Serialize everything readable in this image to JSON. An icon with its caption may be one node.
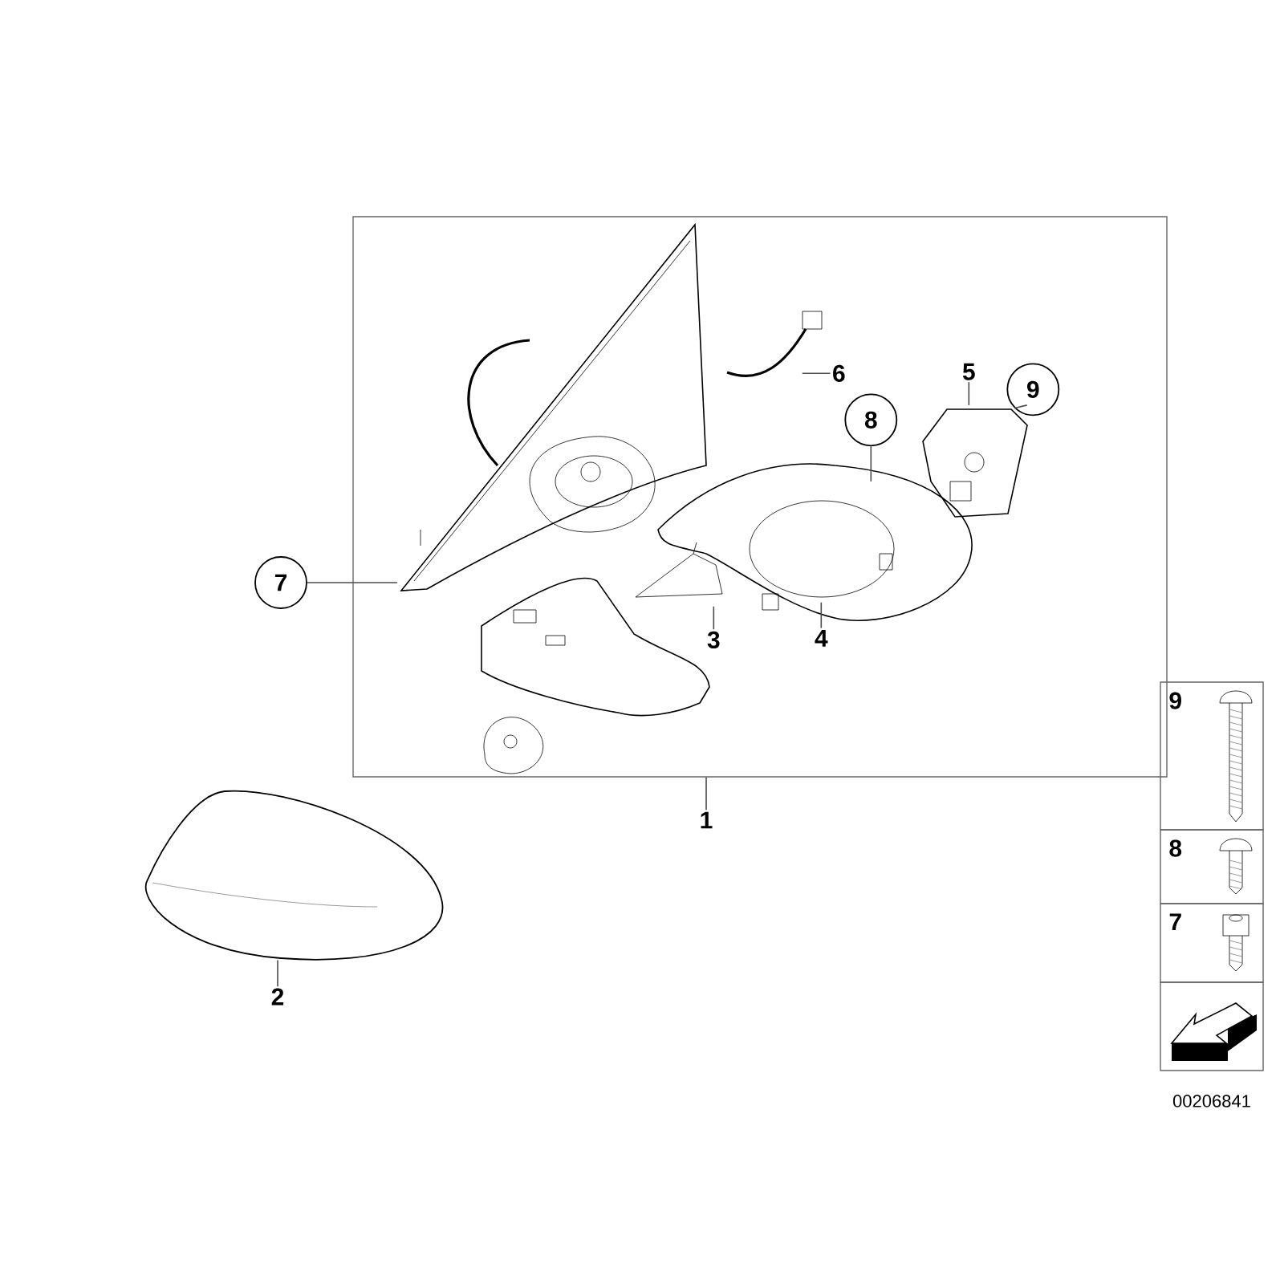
{
  "diagram": {
    "nodes": [
      {
        "text": [],
        "shape": "box"
      },
      {
        "text": [
          "1"
        ]
      },
      {
        "text": [],
        "shape": "picture"
      },
      {
        "text": [
          "2"
        ]
      },
      {
        "text": [],
        "shape": "picture",
        "in": 0
      },
      {
        "text": [
          "7"
        ]
      },
      {
        "text": [],
        "shape": "picture",
        "in": 0
      },
      {
        "text": [
          "6"
        ],
        "in": 0
      },
      {
        "text": [],
        "shape": "picture",
        "in": 0
      },
      {
        "text": [
          "3"
        ],
        "in": 0
      },
      {
        "text": [],
        "shape": "picture",
        "in": 0
      },
      {
        "text": [
          "4"
        ],
        "in": 0
      },
      {
        "text": [
          "8"
        ],
        "in": 0
      },
      {
        "text": [],
        "shape": "picture",
        "in": 0
      },
      {
        "text": [
          "5"
        ],
        "in": 0
      },
      {
        "text": [
          "9"
        ],
        "in": 0
      },
      {
        "text": [
          "9"
        ]
      },
      {
        "text": [
          "8"
        ]
      },
      {
        "text": [
          "7"
        ]
      }
    ],
    "edges": [
      {
        "from": 1,
        "to": 0,
        "arrow": "none"
      },
      {
        "from": 3,
        "to": 2,
        "arrow": "none"
      },
      {
        "from": 5,
        "to": 4,
        "arrow": "none"
      },
      {
        "from": 7,
        "to": 6,
        "arrow": "none"
      },
      {
        "from": 9,
        "to": 8,
        "arrow": "none"
      },
      {
        "from": 11,
        "to": 10,
        "arrow": "none"
      },
      {
        "from": 12,
        "to": 10,
        "arrow": "none"
      },
      {
        "from": 14,
        "to": 13,
        "arrow": "none"
      },
      {
        "from": 15,
        "to": 13,
        "arrow": "none"
      }
    ],
    "labels": [
      "00206841"
    ]
  }
}
